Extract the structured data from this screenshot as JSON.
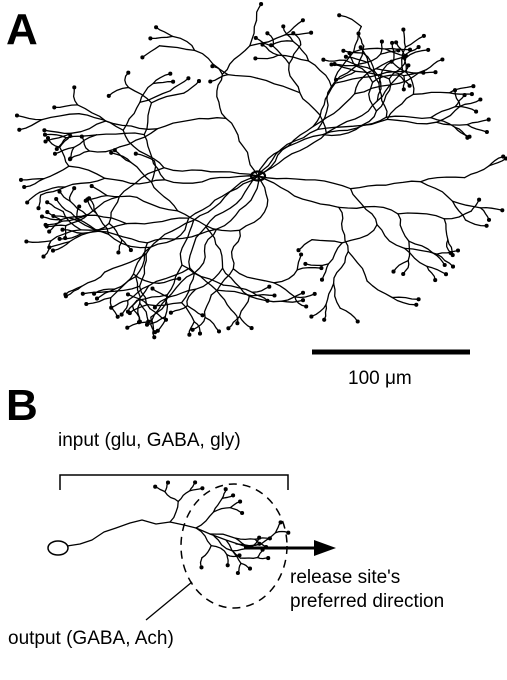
{
  "panel_a": {
    "label": "A",
    "scale_bar_label": "100 μm"
  },
  "panel_b": {
    "label": "B",
    "input_label": "input (glu, GABA, gly)",
    "release_label": "release site's\npreferred direction",
    "output_label": "output (GABA, Ach)"
  },
  "colors": {
    "ink": "#000000",
    "background": "#ffffff"
  }
}
